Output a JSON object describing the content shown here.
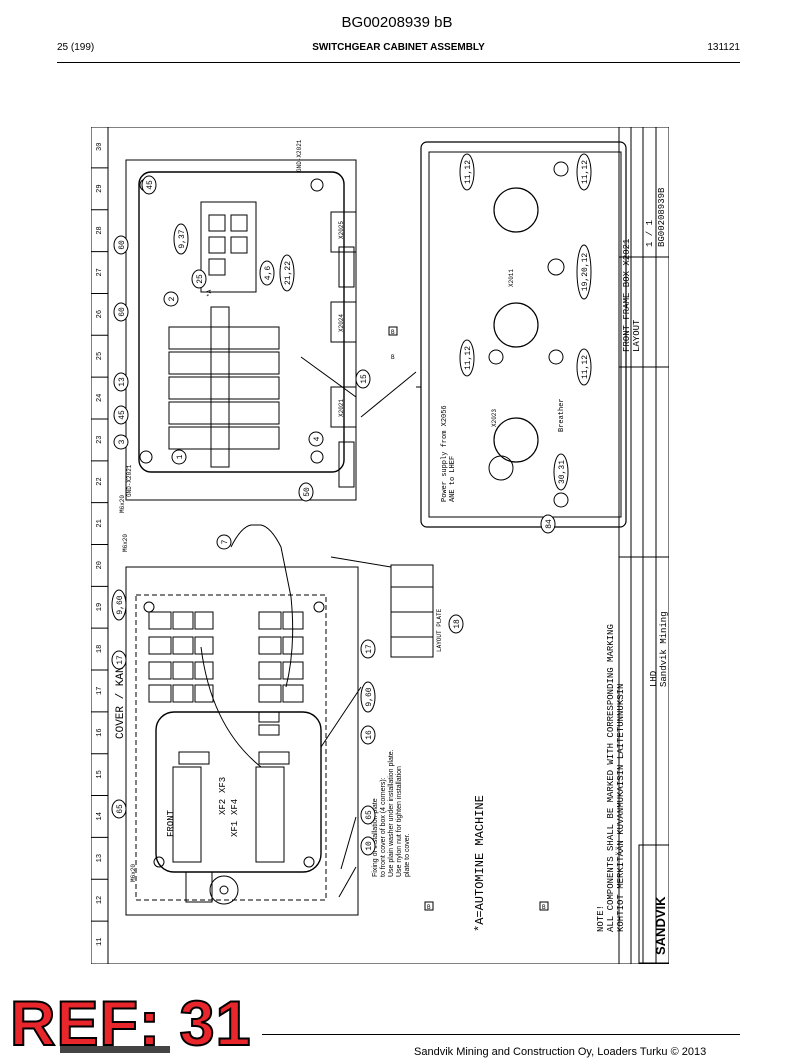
{
  "header": {
    "doc_id": "BG00208939 bB",
    "page": "25 (199)",
    "title": "SWITCHGEAR CABINET ASSEMBLY",
    "date_code": "131121"
  },
  "drawing": {
    "ruler_numbers": [
      "11",
      "12",
      "13",
      "14",
      "15",
      "16",
      "17",
      "18",
      "19",
      "20",
      "21",
      "22",
      "23",
      "24",
      "25",
      "26",
      "27",
      "28",
      "29",
      "30"
    ],
    "cover_label": "COVER / KANSI",
    "front_label": "FRONT",
    "connectors": [
      "XF1",
      "XF2",
      "XF3",
      "XF4"
    ],
    "automine_label": "*A=AUTOMINE MACHINE",
    "note_label": "NOTE!",
    "note_line1": "ALL COMPONENTS SHALL BE MARKED WITH CORRESPONDING MARKING",
    "note_line2": "KOHTIOT MERKITÄÄN KUVANMUKAISIN LAITETUNNUKSIN",
    "fixing_lines": [
      "Fixing of installation plate",
      "to front cover of box (4 corners):",
      "Use plain washer under installation plate.",
      "Use nylon nut for tighten installation",
      "plate to cover."
    ],
    "brand": "SANDVIK",
    "company": "Sandvik Mining",
    "product": "LHD",
    "drawing_title": "FRONT FRAME BOX X2021",
    "layout_label": "LAYOUT",
    "sheet": "1 / 1",
    "drawing_no": "BG00208939B",
    "layout_plate": "LAYOUT PLATE",
    "power_line1": "Power supply from X2056",
    "power_line2": "ANE to LHEF",
    "breather": "Breather",
    "callouts": {
      "c45a": "45",
      "c60a": "60",
      "c9_37": "9,37",
      "c25": "25",
      "c4_6": "4,6",
      "c21_22": "21,22",
      "c2": "2",
      "c60b": "60",
      "c13": "13",
      "c45b": "45",
      "c3": "3",
      "c1": "1",
      "c4": "4",
      "c15": "15",
      "c50": "50",
      "c7": "7",
      "c84": "84",
      "c11_12a": "11,12",
      "c11_12b": "11,12",
      "c11_12c": "11,12",
      "c11_12d": "11,12",
      "c19_20_12": "19,20,12",
      "c30_31": "30,31",
      "c9_60a": "9,60",
      "c17a": "17",
      "c17b": "17",
      "c9_60b": "9,60",
      "c16a": "16",
      "c65a": "65",
      "c65b": "65",
      "c10": "10",
      "c18": "18"
    },
    "small_labels": {
      "gnd_a": "GND-X2021",
      "gnd_b": "GND-X2021",
      "m6x20_a": "M6x20",
      "m6x20_b": "M6x20",
      "m6x20_c": "M6x20",
      "x2025": "X2025",
      "x2024": "X2024",
      "x2021": "X2021",
      "x2023": "X2023",
      "x2011": "X2011",
      "b1": "B",
      "b2": "B",
      "b3": "B",
      "b4": "B",
      "star_a": "*A"
    }
  },
  "stamp": {
    "text": "REF: 31"
  },
  "footer": {
    "text": "Sandvik Mining and Construction Oy, Loaders Turku © 2013"
  }
}
